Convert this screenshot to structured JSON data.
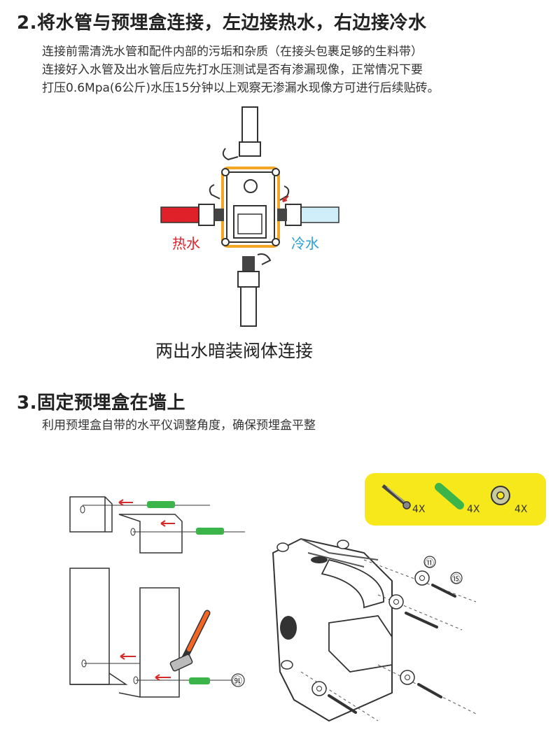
{
  "section2": {
    "title": "2.将水管与预埋盒连接，左边接热水，右边接冷水",
    "lines": [
      "连接前需清洗水管和配件内部的污垢和杂质（在接头包裹足够的生料带）",
      "连接好入水管及出水管后应先打水压测试是否有渗漏现像，正常情况下要",
      "打压0.6Mpa(6公斤)水压15分钟以上观察无渗漏水现像方可进行后续贴砖。"
    ],
    "hot_label": "热水",
    "cold_label": "冷水",
    "caption": "两出水暗装阀体连接"
  },
  "section3": {
    "title": "3.固定预埋盒在墙上",
    "line": "利用预埋盒自带的水平仪调整角度，确保预埋盒平整",
    "kit": [
      {
        "icon": "screw-icon",
        "count": "4X"
      },
      {
        "icon": "wall-anchor-icon",
        "count": "4X"
      },
      {
        "icon": "washer-icon",
        "count": "4X"
      }
    ],
    "callouts": [
      "⑪",
      "⑮",
      "⑯"
    ]
  },
  "colors": {
    "hot": "#e0212a",
    "cold": "#2a9fd6",
    "box_outline": "#f5a623",
    "kit_bg": "#f7e81c",
    "anchor": "#3bb54a",
    "arrow": "#d42a2a"
  }
}
